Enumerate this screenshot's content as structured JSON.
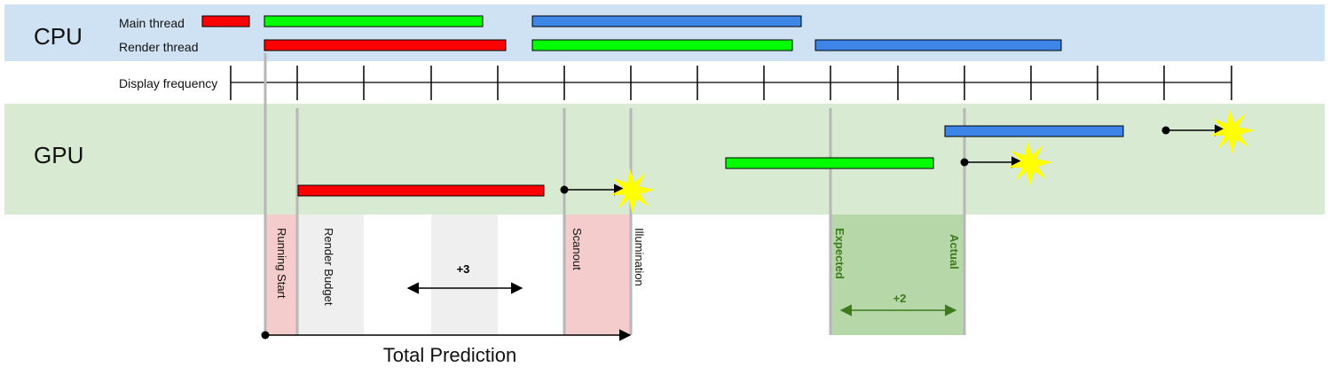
{
  "lanes": {
    "cpu": {
      "label": "CPU",
      "color": "#cfe2f3"
    },
    "gpu": {
      "label": "GPU",
      "color": "#d9ead3"
    }
  },
  "rows": {
    "main_thread": "Main thread",
    "render_thread": "Render thread",
    "display_frequency": "Display frequency"
  },
  "colors": {
    "frame_red": "#ff0000",
    "frame_green": "#00ff00",
    "frame_blue": "#3d85e6",
    "illumination_star": "#ffff00",
    "region_pink": "#f4cccc",
    "region_grey": "#efefef",
    "region_green": "#b6d7a8",
    "accent_green": "#3d7a1e"
  },
  "phases": {
    "running_start": "Running Start",
    "render_budget": "Render Budget",
    "scanout": "Scanout",
    "illumination": "Illumination",
    "expected": "Expected",
    "actual": "Actual"
  },
  "deltas": {
    "prediction_offset": "+3",
    "latency_offset": "+2"
  },
  "total_prediction": "Total Prediction",
  "icons": [
    "illumination-star-icon",
    "arrow-right-icon",
    "double-arrow-icon"
  ]
}
